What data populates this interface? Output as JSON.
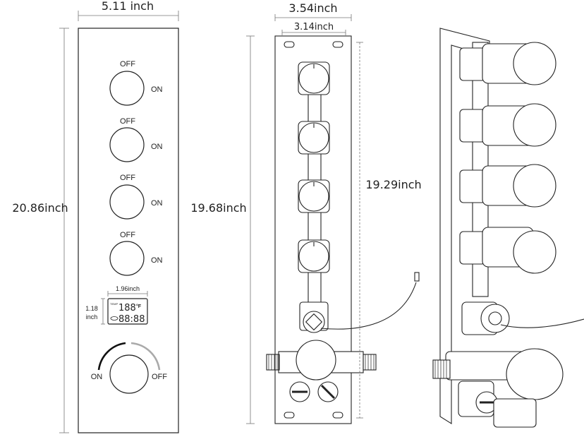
{
  "front_panel": {
    "width_label": "5.11 inch",
    "height_label": "20.86inch",
    "switches": [
      {
        "off_label": "OFF",
        "on_label": "ON"
      },
      {
        "off_label": "OFF",
        "on_label": "ON"
      },
      {
        "off_label": "OFF",
        "on_label": "ON"
      },
      {
        "off_label": "OFF",
        "on_label": "ON"
      }
    ],
    "display": {
      "width_label": "1.96inch",
      "height_label_line1": "1.18",
      "height_label_line2": "inch",
      "temp_small_label": "TEMP",
      "temp_value": "188",
      "temp_unit": "°F",
      "time_value": "88:88"
    },
    "dial": {
      "on_label": "ON",
      "off_label": "OFF"
    }
  },
  "side_view": {
    "outer_width_label": "3.54inch",
    "inner_width_label": "3.14inch",
    "outer_height_label": "19.68inch",
    "inner_height_label": "19.29inch"
  },
  "colors": {
    "line": "#222222",
    "dim_line": "#777777",
    "arc_dark": "#111111",
    "arc_light": "#aaaaaa"
  }
}
